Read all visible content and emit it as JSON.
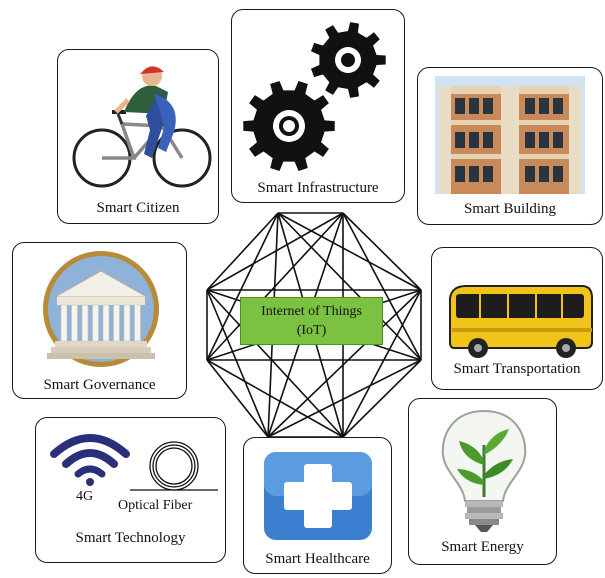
{
  "center": {
    "line1": "Internet of Things",
    "line2": "(IoT)"
  },
  "cards": {
    "citizen": "Smart Citizen",
    "infrastructure": "Smart Infrastructure",
    "building": "Smart Building",
    "governance": "Smart Governance",
    "transportation": "Smart Transportation",
    "technology": "Smart Technology",
    "healthcare": "Smart Healthcare",
    "energy": "Smart Energy"
  },
  "technology_labels": {
    "g4": "4G",
    "fiber": "Optical Fiber"
  },
  "colors": {
    "center_fill": "#7cc242",
    "bus_yellow": "#f2c417",
    "health_blue": "#3a7fd0",
    "wifi_navy": "#2b2f7a"
  }
}
